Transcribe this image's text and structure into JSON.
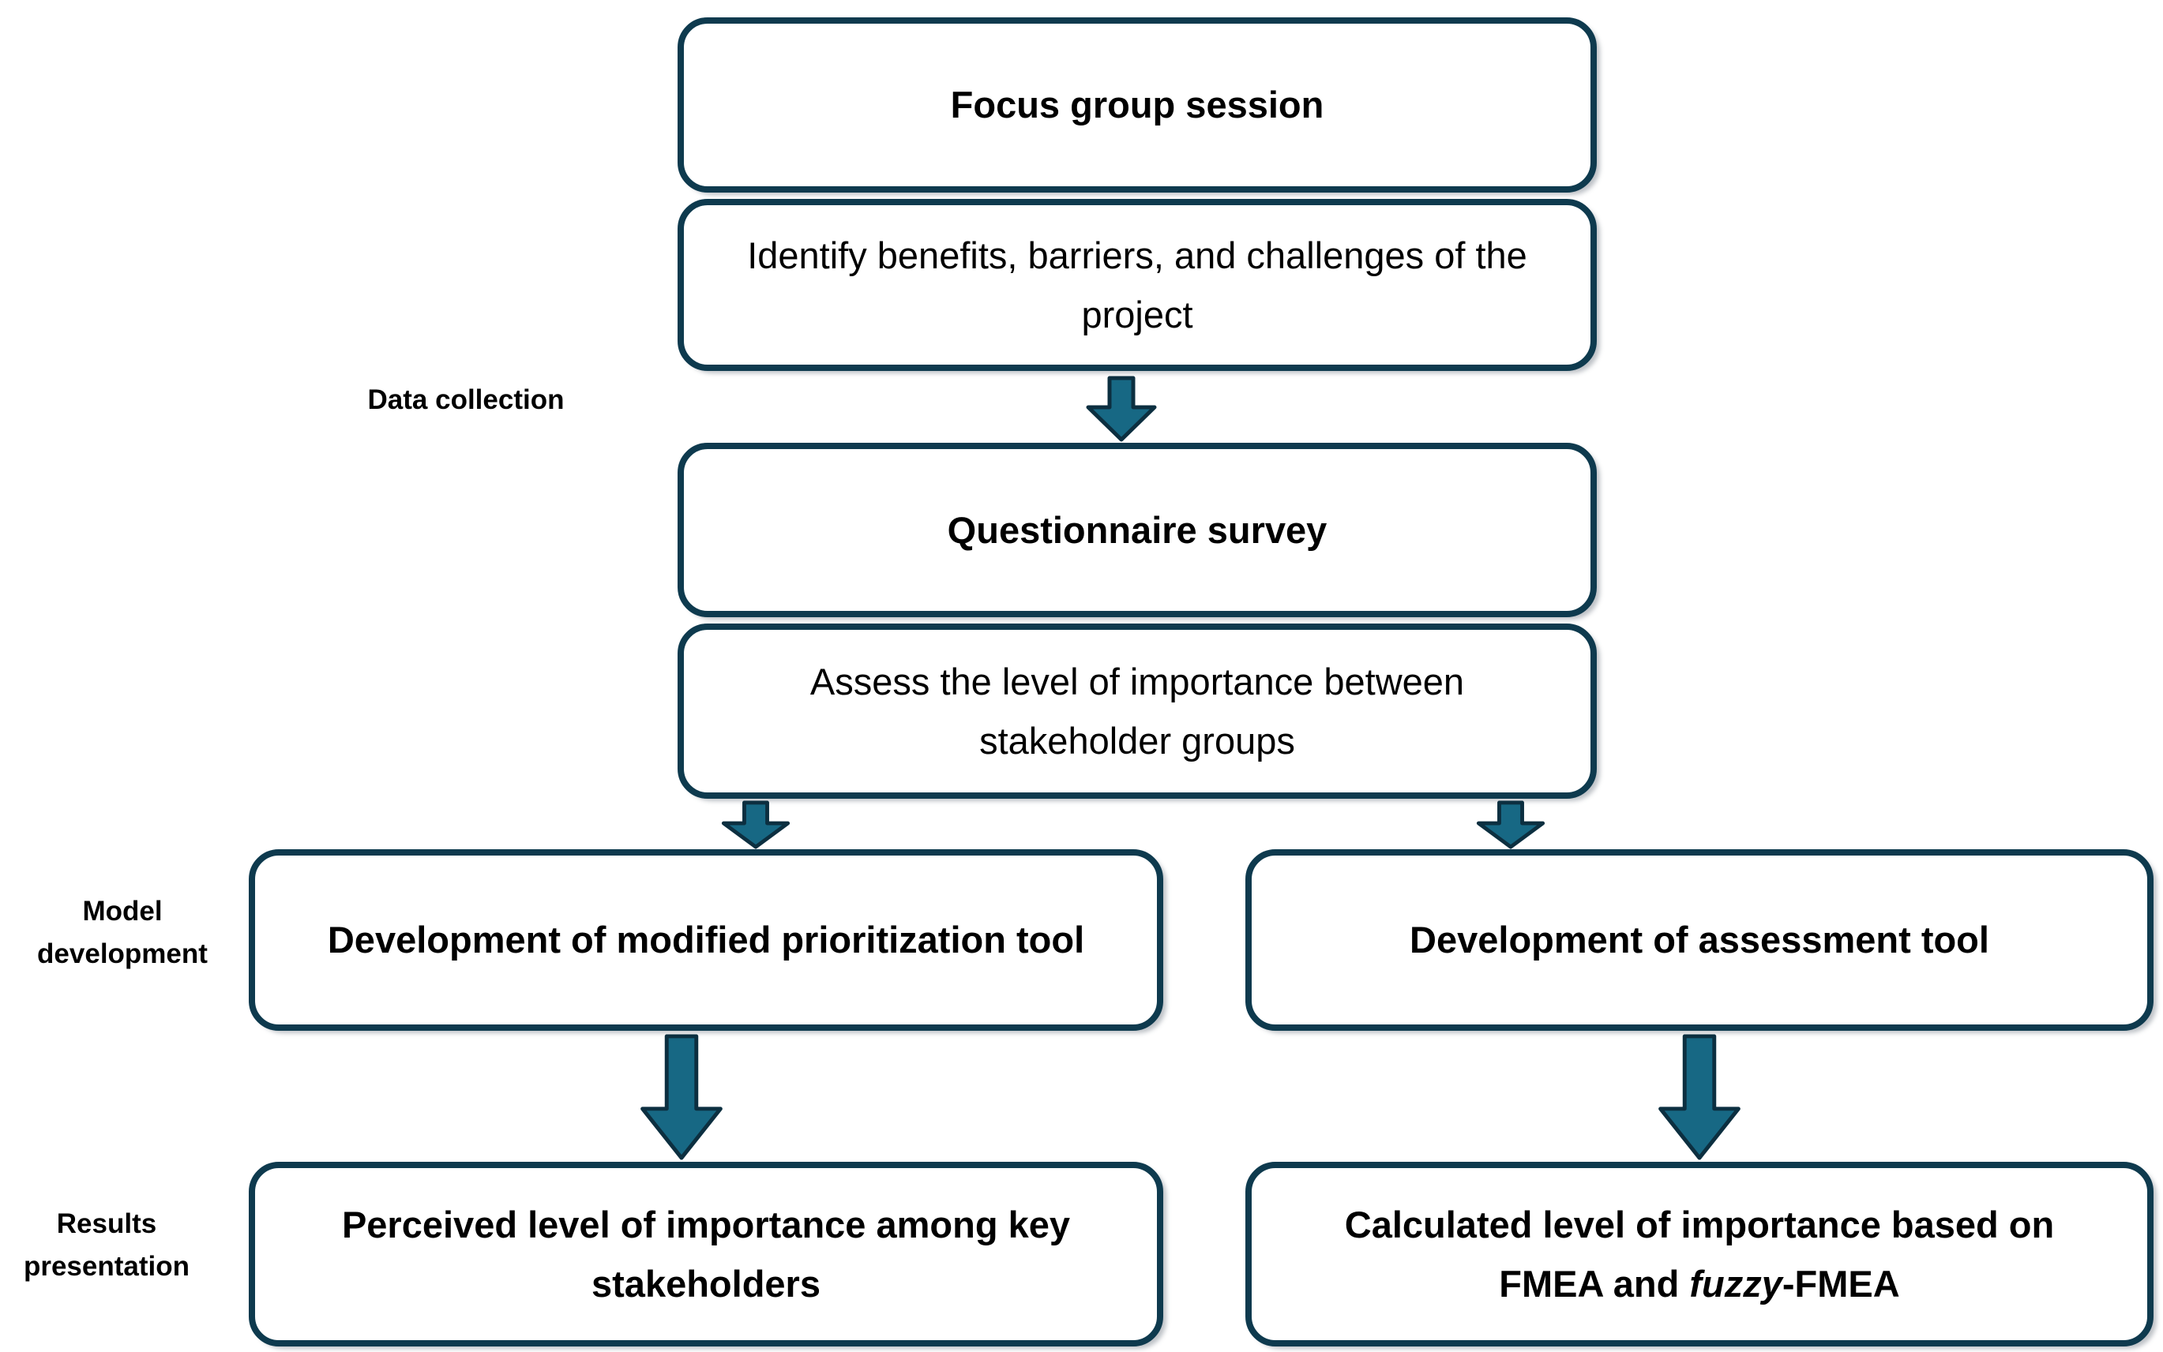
{
  "colors": {
    "border": "#0e3a4e",
    "arrow_fill": "#176884",
    "arrow_stroke": "#0c2f40",
    "background": "#ffffff",
    "text": "#000000"
  },
  "phases": {
    "data_collection": "Data collection",
    "model_development": "Model development",
    "results_presentation": "Results presentation"
  },
  "flowchart": {
    "focus_group": {
      "title": "Focus group session",
      "description": "Identify benefits, barriers, and challenges of the project"
    },
    "questionnaire": {
      "title": "Questionnaire survey",
      "description": "Assess the level of importance between stakeholder groups"
    },
    "prioritization_tool": {
      "title": "Development of modified prioritization tool"
    },
    "assessment_tool": {
      "title": "Development of assessment tool"
    },
    "perceived_importance": {
      "title": "Perceived level of importance among key stakeholders"
    },
    "calculated_importance": {
      "line1": "Calculated level of importance based on",
      "line2_pre": "FMEA and ",
      "line2_italic": "fuzzy",
      "line2_post": "-FMEA"
    }
  },
  "icons": {
    "flow_arrow": "down-arrow-icon"
  }
}
